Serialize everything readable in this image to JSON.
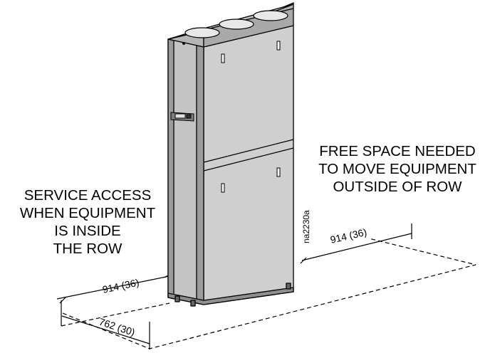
{
  "labels": {
    "service_access": [
      "SERVICE ACCESS",
      "WHEN EQUIPMENT",
      "IS INSIDE",
      "THE ROW"
    ],
    "free_space": [
      "FREE SPACE NEEDED",
      "TO MOVE EQUIPMENT",
      "OUTSIDE OF ROW"
    ]
  },
  "dimensions": {
    "front_depth": "914 (36)",
    "front_inner_depth": "762 (30)",
    "side_clearance": "914 (36)"
  },
  "drawing_id": "na2230a"
}
